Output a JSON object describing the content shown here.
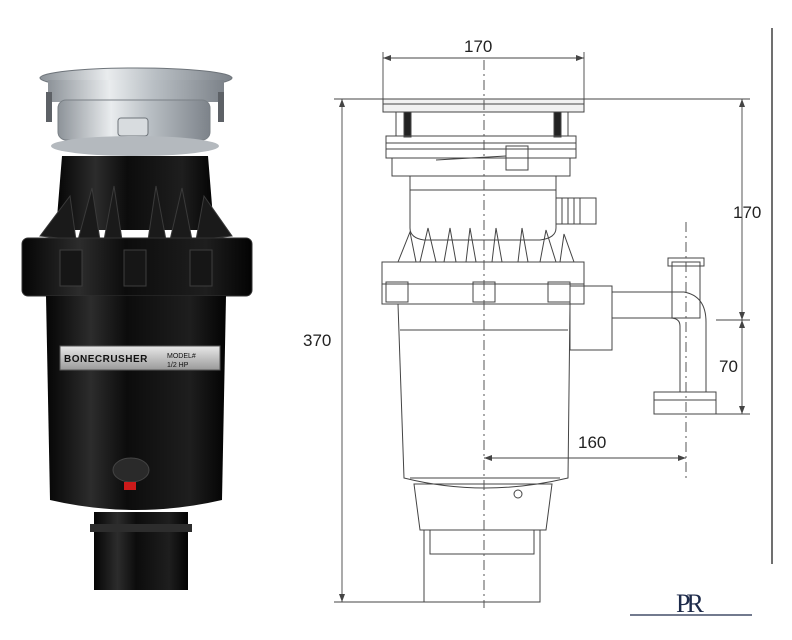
{
  "product": {
    "brand_label": "BONECRUSHER",
    "model_label": "MODEL#",
    "power_label": "1/2 HP"
  },
  "dimensions": {
    "top_width": "170",
    "upper_height": "170",
    "total_height": "370",
    "outlet_height": "70",
    "outlet_offset": "160"
  },
  "logo": {
    "text": "PR"
  },
  "colors": {
    "body": "#111111",
    "metal": "#c8ccd0",
    "line": "#444444",
    "indicator": "#cc1a1a"
  }
}
